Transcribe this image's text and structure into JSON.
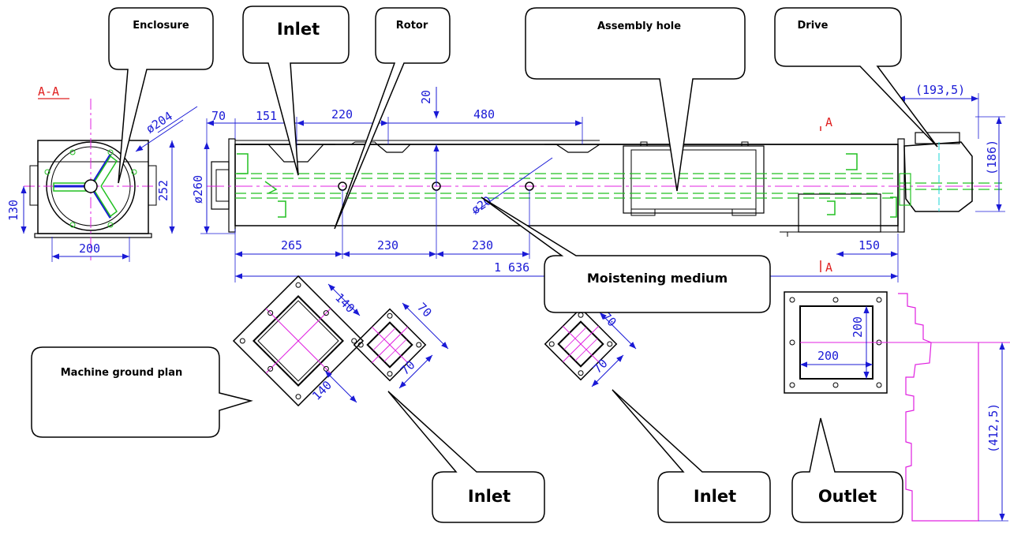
{
  "callouts": {
    "enclosure": "Enclosure",
    "inlet_top": "Inlet",
    "rotor": "Rotor",
    "assembly_hole": "Assembly hole",
    "drive": "Drive",
    "machine_ground_plan": "Machine ground plan",
    "moistening_medium": "Moistening medium",
    "inlet_bottom_1": "Inlet",
    "inlet_bottom_2": "Inlet",
    "outlet": "Outlet"
  },
  "section_labels": {
    "aa_title": "A-A",
    "a_top": "A",
    "a_bottom": "A"
  },
  "dimensions": {
    "d204": "ø204",
    "d260": "ø260",
    "h252": "252",
    "h130": "130",
    "w200_left": "200",
    "d70_top": "70",
    "d151": "151",
    "d220": "220",
    "d20": "20",
    "d480": "480",
    "d193_5": "(193,5)",
    "d186": "(186)",
    "d265": "265",
    "d230_a": "230",
    "d230_b": "230",
    "d150": "150",
    "d1636": "1 636",
    "d20_small": "ø20",
    "sq140_a": "140",
    "sq140_b": "140",
    "sq70_a": "70",
    "sq70_b": "70",
    "sq70_c": "70",
    "sq70_d": "70",
    "out200_v": "200",
    "out200_h": "200",
    "d412_5": "(412,5)"
  },
  "colors": {
    "outline": "#000000",
    "dimension": "#1a1ad6",
    "hidden_lines": "#22c022",
    "center_lines": "#e020e0",
    "section_marks": "#e02020"
  }
}
